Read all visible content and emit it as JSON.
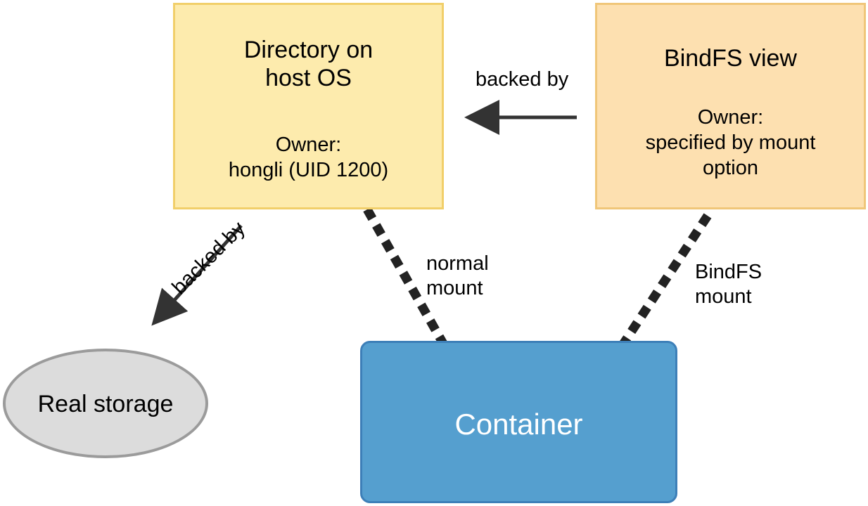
{
  "nodes": {
    "host_dir": {
      "title": "Directory on\nhost OS",
      "owner": "Owner:\nhongli (UID 1200)"
    },
    "bindfs_view": {
      "title": "BindFS view",
      "owner": "Owner:\nspecified by mount\noption"
    },
    "real_storage": {
      "title": "Real storage"
    },
    "container": {
      "title": "Container"
    }
  },
  "edges": {
    "bindfs_to_host": {
      "label": "backed by"
    },
    "host_to_storage": {
      "label": "backed by"
    },
    "host_to_container": {
      "label": "normal\nmount"
    },
    "bindfs_to_container": {
      "label": "BindFS\nmount"
    }
  },
  "colors": {
    "host_dir_fill": "#fdebad",
    "bindfs_fill": "#fde0b0",
    "storage_fill": "#dcdcdc",
    "container_fill": "#559fcf",
    "arrow": "#333333"
  }
}
